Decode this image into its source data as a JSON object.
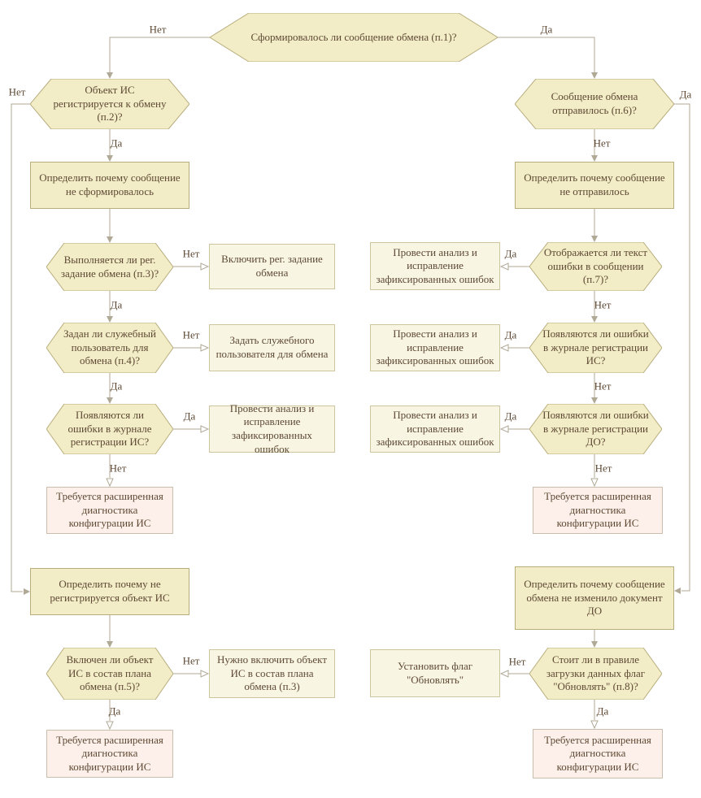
{
  "diagram": {
    "labels": {
      "yes": "Да",
      "no": "Нет"
    },
    "colors": {
      "question_fill": "#f2edc7",
      "question_border": "#b8ad7d",
      "action_fill": "#f8f5e3",
      "action_border": "#cdc5a0",
      "alert_fill": "#fdf0ea",
      "alert_border": "#c9bdae",
      "line": "#b0a996",
      "text": "#5e4934"
    },
    "nodes": {
      "q1_message_formed": "Сформировалось ли сообщение обмена (п.1)?",
      "q2_object_registered": "Объект ИС регистрируется к обмену (п.2)?",
      "p_why_not_formed": "Определить почему сообщение не сформировалось",
      "q3_reg_job_running": "Выполняется ли рег. задание обмена (п.3)?",
      "a_enable_reg_job": "Включить рег. задание обмена",
      "q4_service_user_set": "Задан ли служебный пользователь для обмена (п.4)?",
      "a_set_service_user": "Задать служебного пользователя для обмена",
      "q_errors_is_log": "Появляются ли ошибки в журнале регистрации ИС?",
      "a_fix_errors": "Провести анализ и исправление зафиксированных ошибок",
      "alert_extended_diagnostics": "Требуется расширенная диагностика конфигурации ИС",
      "p_why_not_registered": "Определить почему не регистрируется объект ИС",
      "q5_object_in_plan": "Включен ли объект ИС в состав плана обмена (п.5)?",
      "a_include_object": "Нужно включить объект ИС в состав плана обмена (п.3)",
      "q6_message_sent": "Сообщение обмена отправилось (п.6)?",
      "p_why_not_sent": "Определить почему сообщение не отправилось",
      "q7_error_text_shown": "Отображается ли текст ошибки в сообщении (п.7)?",
      "q_errors_do_log": "Появляются ли ошибки в журнале регистрации ДО?",
      "p_why_not_changed": "Определить почему сообщение обмена не изменило документ ДО",
      "q8_update_flag_set": "Стоит ли в правиле загрузки данных флаг \"Обновлять\" (п.8)?",
      "a_set_update_flag": "Установить флаг \"Обновлять\""
    }
  }
}
